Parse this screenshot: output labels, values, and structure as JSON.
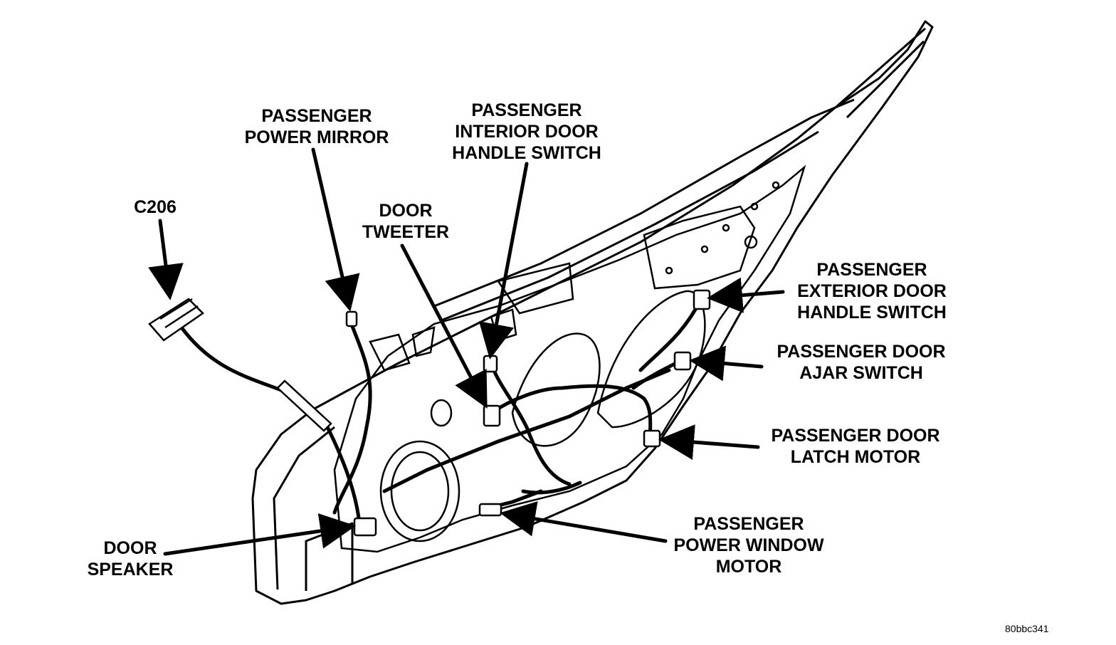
{
  "colors": {
    "ink": "#000000",
    "paper": "#ffffff"
  },
  "labels": {
    "power_mirror": [
      "PASSENGER",
      "POWER MIRROR"
    ],
    "interior_handle_switch": [
      "PASSENGER",
      "INTERIOR DOOR",
      "HANDLE SWITCH"
    ],
    "c206": [
      "C206"
    ],
    "door_tweeter": [
      "DOOR",
      "TWEETER"
    ],
    "exterior_handle_switch": [
      "PASSENGER",
      "EXTERIOR DOOR",
      "HANDLE SWITCH"
    ],
    "ajar_switch": [
      "PASSENGER DOOR",
      "AJAR SWITCH"
    ],
    "latch_motor": [
      "PASSENGER DOOR",
      "LATCH MOTOR"
    ],
    "power_window_motor": [
      "PASSENGER",
      "POWER WINDOW",
      "MOTOR"
    ],
    "door_speaker": [
      "DOOR",
      "SPEAKER"
    ]
  },
  "figure_ref": "80bbc341"
}
